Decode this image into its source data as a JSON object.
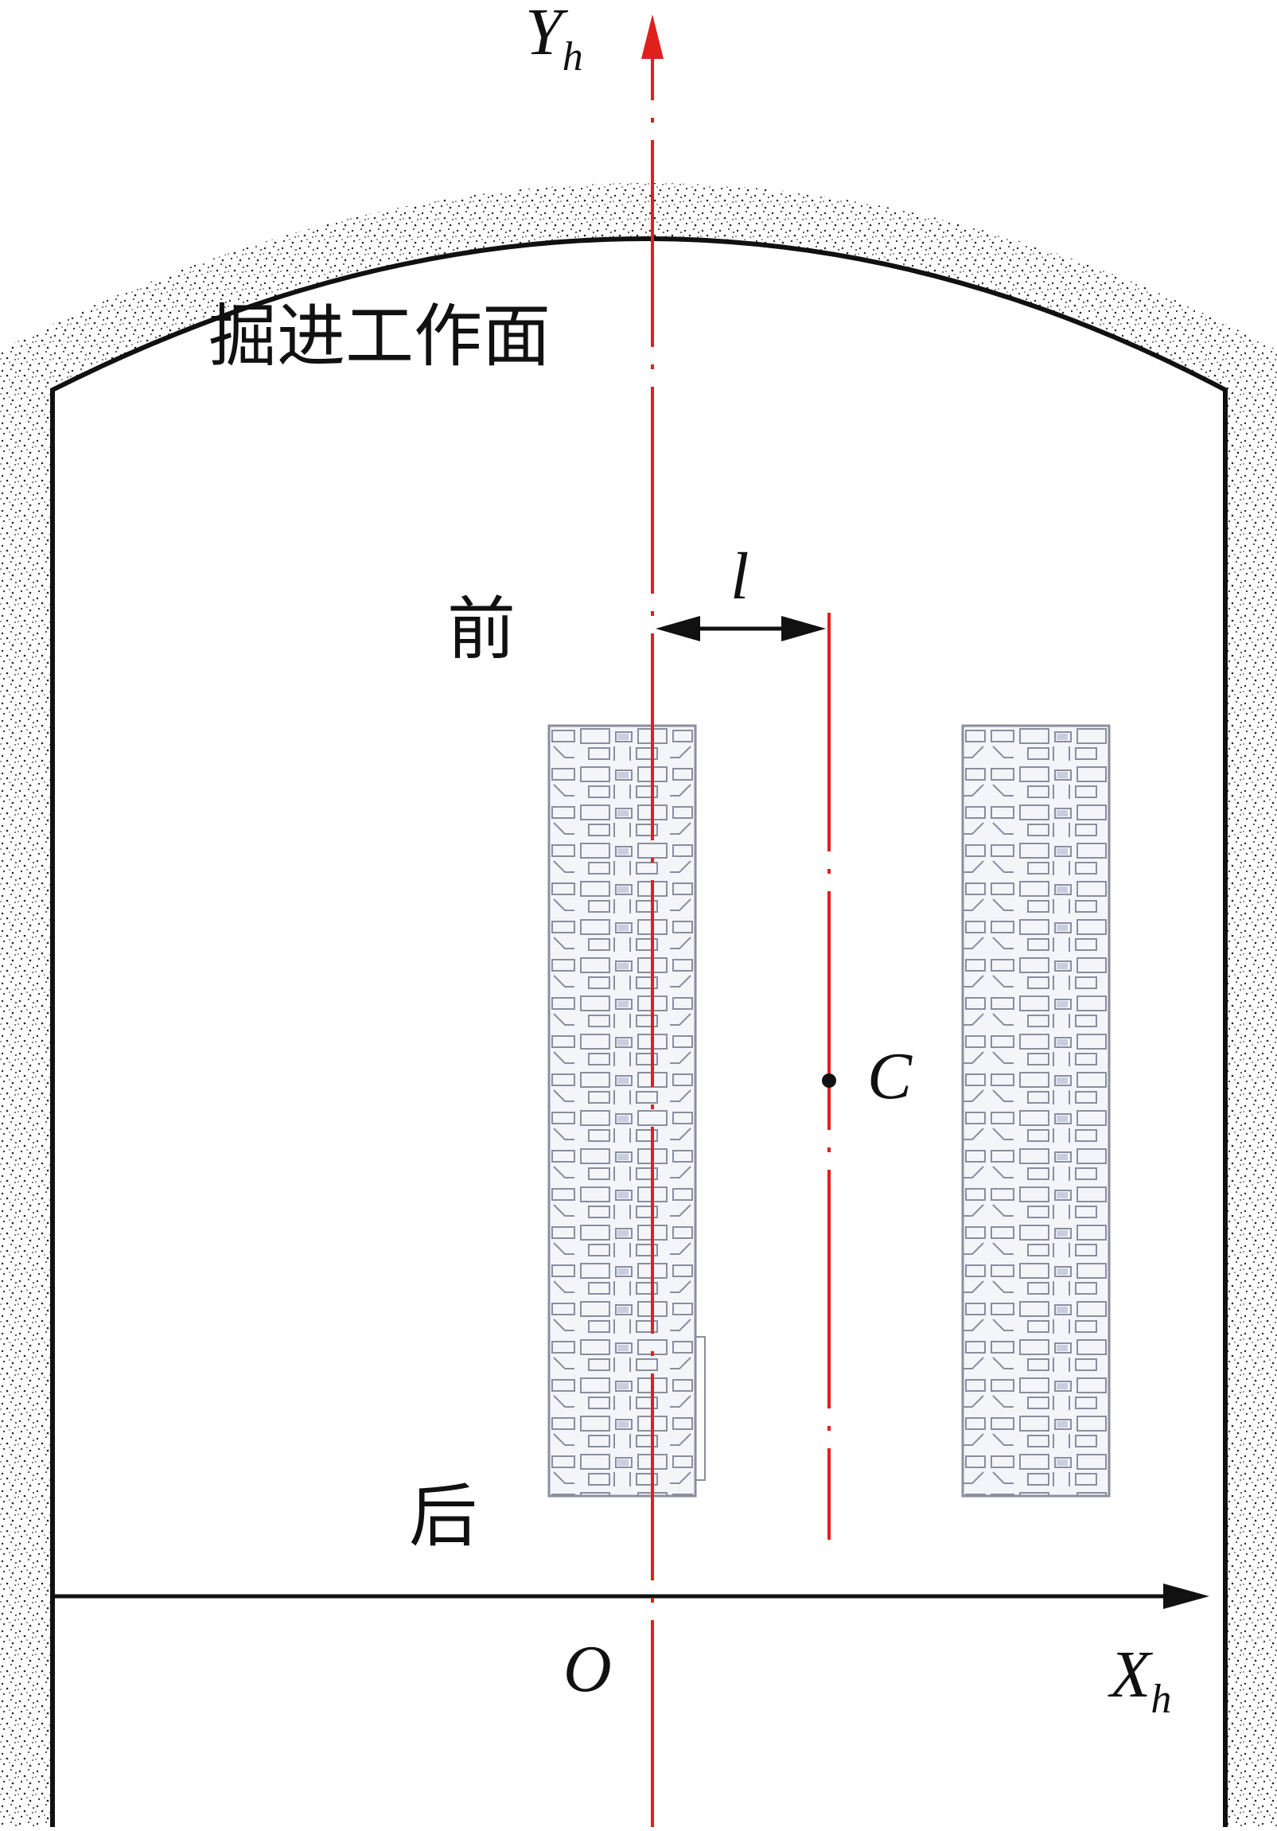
{
  "labels": {
    "y_axis": "Y",
    "y_axis_sub": "h",
    "x_axis": "X",
    "x_axis_sub": "h",
    "origin": "O",
    "center_point": "C",
    "offset": "l",
    "face": "掘进工作面",
    "front": "前",
    "rear": "后"
  },
  "colors": {
    "centerline": "#e0201c",
    "outline": "#111111",
    "rock": "#222222",
    "track": "#8a8e9e"
  }
}
